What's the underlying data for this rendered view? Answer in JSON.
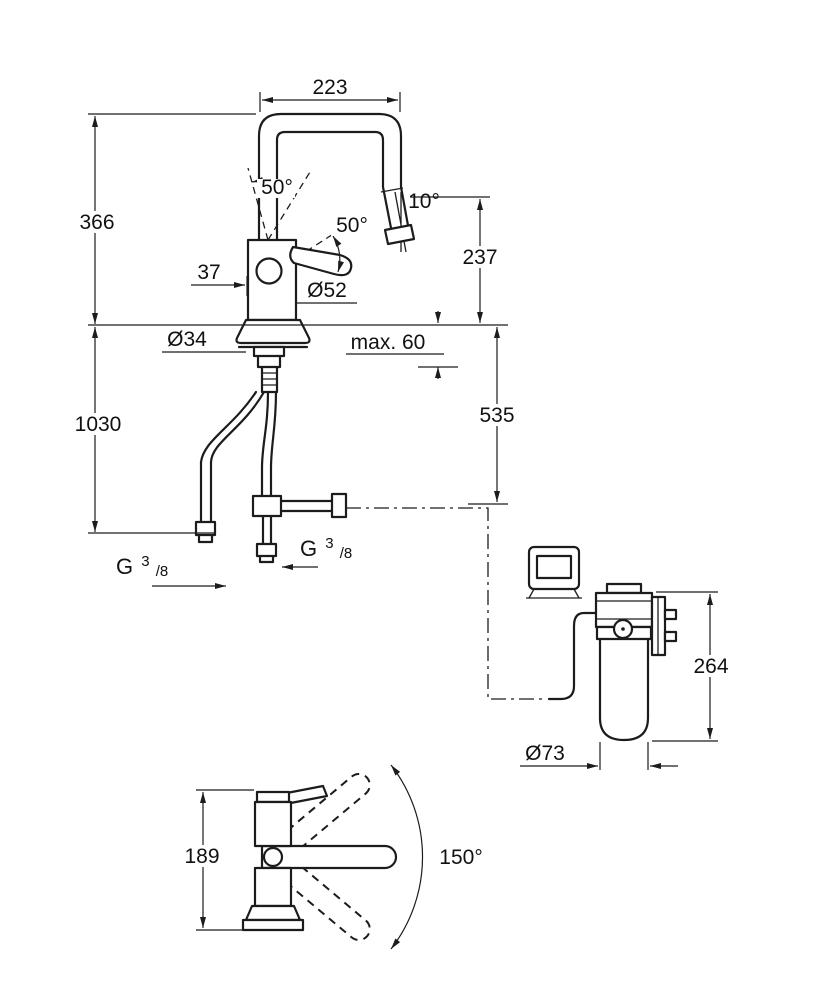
{
  "labels": {
    "spout_reach": "223",
    "total_height": "366",
    "handle_angle_open": "50°",
    "handle_angle_travel": "50°",
    "outlet_angle": "10°",
    "outlet_height": "237",
    "handle_offset": "37",
    "body_dia": "Ø52",
    "hole_dia": "Ø34",
    "max_deck": "max. 60",
    "under_counter_height": "535",
    "hose_length": "1030",
    "filter_height": "264",
    "filter_dia": "Ø73",
    "base_height": "189",
    "swivel_angle": "150°",
    "thread_left": {
      "g": "G",
      "num": "3",
      "den": "/8"
    },
    "thread_right": {
      "g": "G",
      "num": "3",
      "den": "/8"
    }
  }
}
